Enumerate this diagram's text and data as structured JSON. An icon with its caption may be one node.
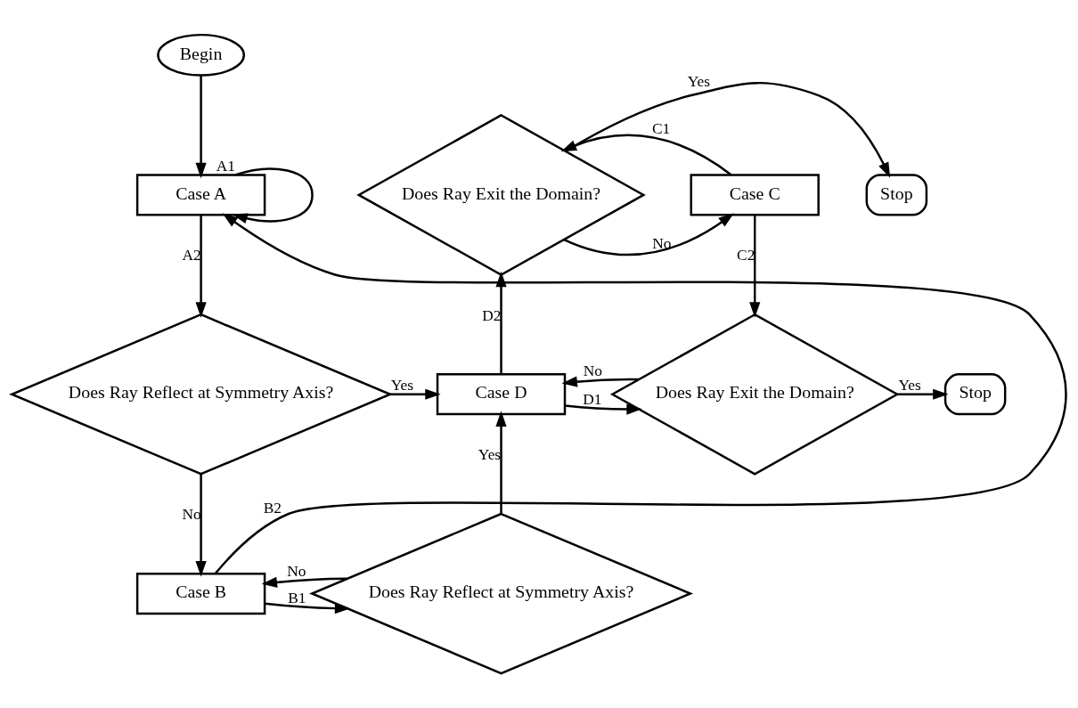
{
  "diagram": {
    "nodes": [
      {
        "text": [
          "Begin"
        ]
      },
      {
        "text": [
          "Case A"
        ]
      },
      {
        "text": [
          "Does Ray Reflect at Symmetry Axis?"
        ]
      },
      {
        "text": [
          "Case B"
        ]
      },
      {
        "text": [
          "Does Ray Reflect at Symmetry Axis?"
        ]
      },
      {
        "text": [
          "Case D"
        ]
      },
      {
        "text": [
          "Does Ray Exit the Domain?"
        ]
      },
      {
        "text": [
          "Stop"
        ]
      },
      {
        "text": [
          "Case C"
        ]
      },
      {
        "text": [
          "Does Ray Exit the Domain?"
        ]
      },
      {
        "text": [
          "Stop"
        ]
      }
    ],
    "edges": [
      {
        "from": 0,
        "to": 1,
        "arrow": "to"
      },
      {
        "from": 1,
        "to": 1,
        "label": "A1",
        "arrow": "to"
      },
      {
        "from": 1,
        "to": 2,
        "label": "A2",
        "arrow": "to"
      },
      {
        "from": 2,
        "to": 5,
        "label": "Yes",
        "arrow": "to"
      },
      {
        "from": 2,
        "to": 3,
        "label": "No",
        "arrow": "to"
      },
      {
        "from": 3,
        "to": 1,
        "label": "B2",
        "arrow": "to"
      },
      {
        "from": 3,
        "to": 4,
        "label": "B1",
        "arrow": "to"
      },
      {
        "from": 4,
        "to": 5,
        "label": "Yes",
        "arrow": "to"
      },
      {
        "from": 4,
        "to": 3,
        "label": "No",
        "arrow": "to"
      },
      {
        "from": 5,
        "to": 9,
        "label": "D1",
        "arrow": "to"
      },
      {
        "from": 5,
        "to": 6,
        "label": "D2",
        "arrow": "to"
      },
      {
        "from": 6,
        "to": 7,
        "label": "Yes",
        "arrow": "to"
      },
      {
        "from": 6,
        "to": 8,
        "label": "No",
        "arrow": "to"
      },
      {
        "from": 8,
        "to": 6,
        "label": "C1",
        "arrow": "to"
      },
      {
        "from": 8,
        "to": 9,
        "label": "C2",
        "arrow": "to"
      },
      {
        "from": 9,
        "to": 10,
        "label": "Yes",
        "arrow": "to"
      },
      {
        "from": 9,
        "to": 5,
        "label": "No",
        "arrow": "to"
      }
    ]
  }
}
